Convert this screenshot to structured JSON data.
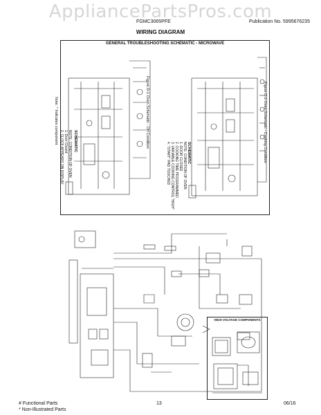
{
  "watermark": "AppliancePartsPros.com",
  "header": {
    "model": "FGMC3065PFE",
    "publication": "Publication No. 5995676235"
  },
  "title": "WIRING DIAGRAM",
  "schematic": {
    "title": "GENERAL TROUBLESHOOTING SCHEMATIC - MICROWAVE",
    "note_left": "Note: * Indicates component",
    "schematic1_label": "SCHEMATIC",
    "schematic1_note": "NOTE: CONDITION OF OVEN",
    "schematic1_item1": "1. Door Closed",
    "schematic1_item2": "2. CLOCK APPEARS ON DISPLAY",
    "figure1": "Figure D-1 Oven Schematic - Off Condition",
    "schematic2_label": "SCHEMATIC",
    "schematic2_note": "NOTE: CONDITION OF OVEN",
    "schematic2_item1": "1. DOOR CLOSED",
    "schematic2_item2": "2. COOKING TIME PROGRAMMED",
    "schematic2_item3": "3. VARIABLE COOKING CONTROL \"HIGH\"",
    "schematic2_item4": "4. \"START\" PAD TOUCHED",
    "figure2": "Figure D-2 Oven Schematic - Cooking Condition"
  },
  "wiring": {
    "hv_title": "HIGH VOLTAGE COMPONENTS"
  },
  "footer": {
    "functional": "# Functional Parts",
    "non_illustrated": "* Non-Illustrated Parts",
    "page": "13",
    "date": "06/16"
  }
}
